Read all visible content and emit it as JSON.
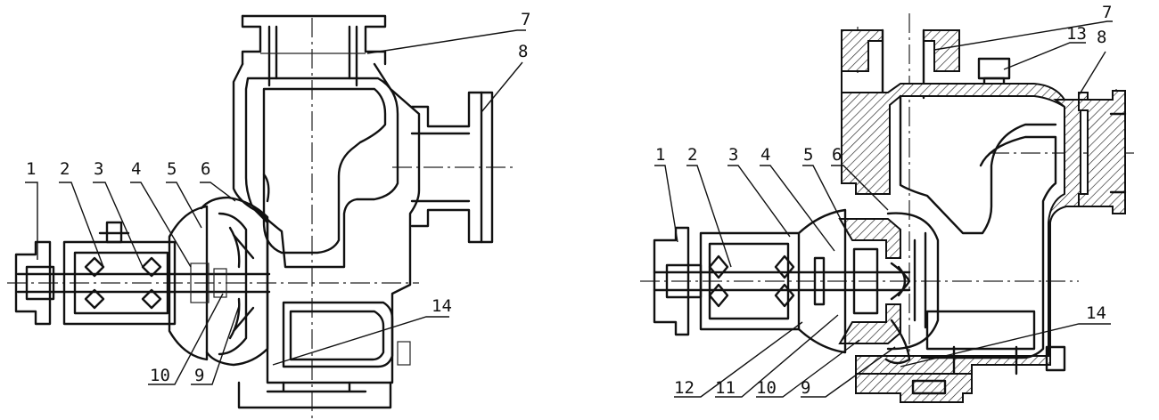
{
  "left_view": {
    "callouts": [
      "1",
      "2",
      "3",
      "4",
      "5",
      "6",
      "7",
      "8",
      "9",
      "10",
      "14"
    ]
  },
  "right_view": {
    "callouts": [
      "1",
      "2",
      "3",
      "4",
      "5",
      "6",
      "7",
      "8",
      "9",
      "10",
      "11",
      "12",
      "13",
      "14"
    ]
  }
}
